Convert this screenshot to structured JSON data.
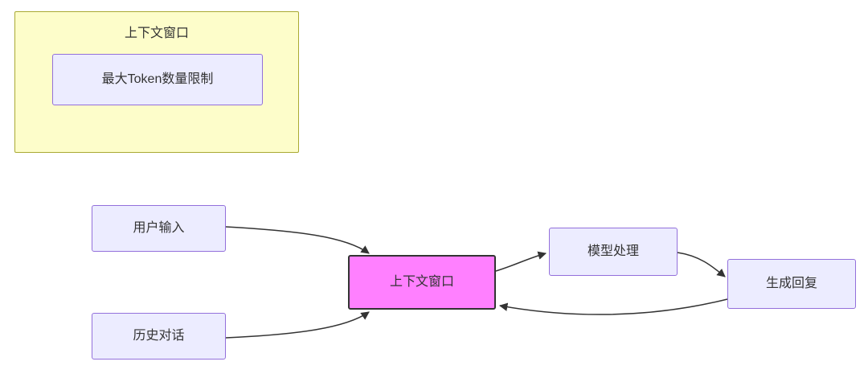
{
  "diagram": {
    "subgraph": {
      "title": "上下文窗口",
      "node_token_limit": "最大Token数量限制"
    },
    "nodes": {
      "user_input": "用户输入",
      "history_dialog": "历史对话",
      "context_window": "上下文窗口",
      "model_process": "模型处理",
      "generate_reply": "生成回复"
    },
    "colors": {
      "node_fill": "#ECECFF",
      "node_border": "#9370DB",
      "subgraph_fill": "#FDFDCA",
      "subgraph_border": "#AAAA33",
      "highlight_fill": "#FF80FF",
      "highlight_border": "#333333",
      "edge_stroke": "#333333"
    }
  }
}
